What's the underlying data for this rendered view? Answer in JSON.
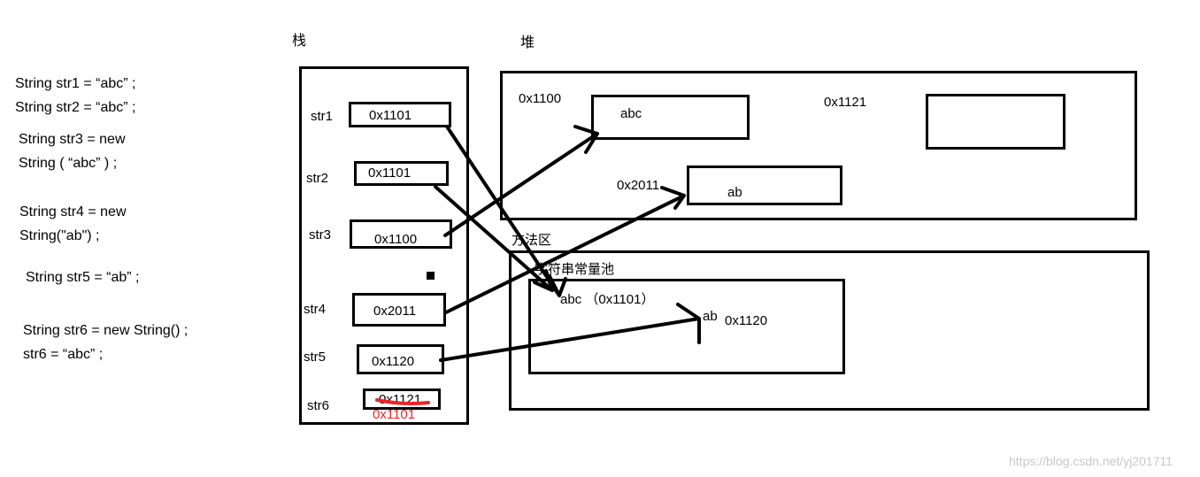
{
  "code": {
    "line1": "String str1  =  “abc” ;",
    "line2": "String str2 =  “abc” ;",
    "line3a": "String str3 = new",
    "line3b": "String (  “abc”  ) ;",
    "line4a": "String str4 = new",
    "line4b": "String(\"ab\") ;",
    "line5": "String str5 =  “ab” ;",
    "line6a": "String str6 = new String() ;",
    "line6b": "str6 =  “abc” ;"
  },
  "stack": {
    "title": "栈",
    "vars": [
      {
        "name": "str1",
        "value": "0x1101"
      },
      {
        "name": "str2",
        "value": "0x1101"
      },
      {
        "name": "str3",
        "value": "0x1100"
      },
      {
        "name": "str4",
        "value": "0x2011"
      },
      {
        "name": "str5",
        "value": "0x1120"
      },
      {
        "name": "str6",
        "value": "0x1121",
        "value_new": "0x1101"
      }
    ]
  },
  "heap": {
    "title": "堆",
    "obj1_addr": "0x1100",
    "obj1_value": "abc",
    "obj2_addr": "0x1121",
    "obj3_addr": "0x2011",
    "obj3_value": "ab"
  },
  "method_area": {
    "title": "方法区",
    "pool_title": "字符串常量池",
    "entry1": "abc （0x1101）",
    "entry2": "ab",
    "entry2_addr": "0x1120"
  },
  "watermark": "https://blog.csdn.net/yj201711",
  "colors": {
    "ink": "#000000",
    "correction": "#e8262a",
    "watermark": "#c7c7c7"
  }
}
